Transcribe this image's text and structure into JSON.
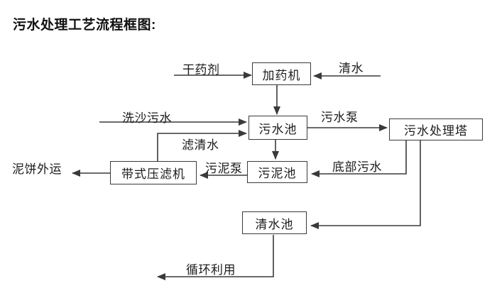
{
  "title": "污水处理工艺流程框图:",
  "diagram": {
    "nodes": {
      "dosing_machine": "加药机",
      "sewage_pool": "污水池",
      "sewage_treatment_tower": "污水处理塔",
      "sludge_pool": "污泥池",
      "belt_filter_press": "带式压滤机",
      "clear_water_pool": "清水池"
    },
    "flow_labels": {
      "dry_agent": "干药剂",
      "clean_water": "清水",
      "sand_washing_sewage": "洗沙污水",
      "sewage_pump": "污水泵",
      "filtered_water": "滤清水",
      "sludge_pump": "污泥泵",
      "bottom_sewage": "底部污水",
      "mud_cake_out": "泥饼外运",
      "recycle_use": "循环利用"
    },
    "colors": {
      "line": "#3a3a3a",
      "text": "#1c1c1c",
      "background": "#ffffff"
    }
  }
}
